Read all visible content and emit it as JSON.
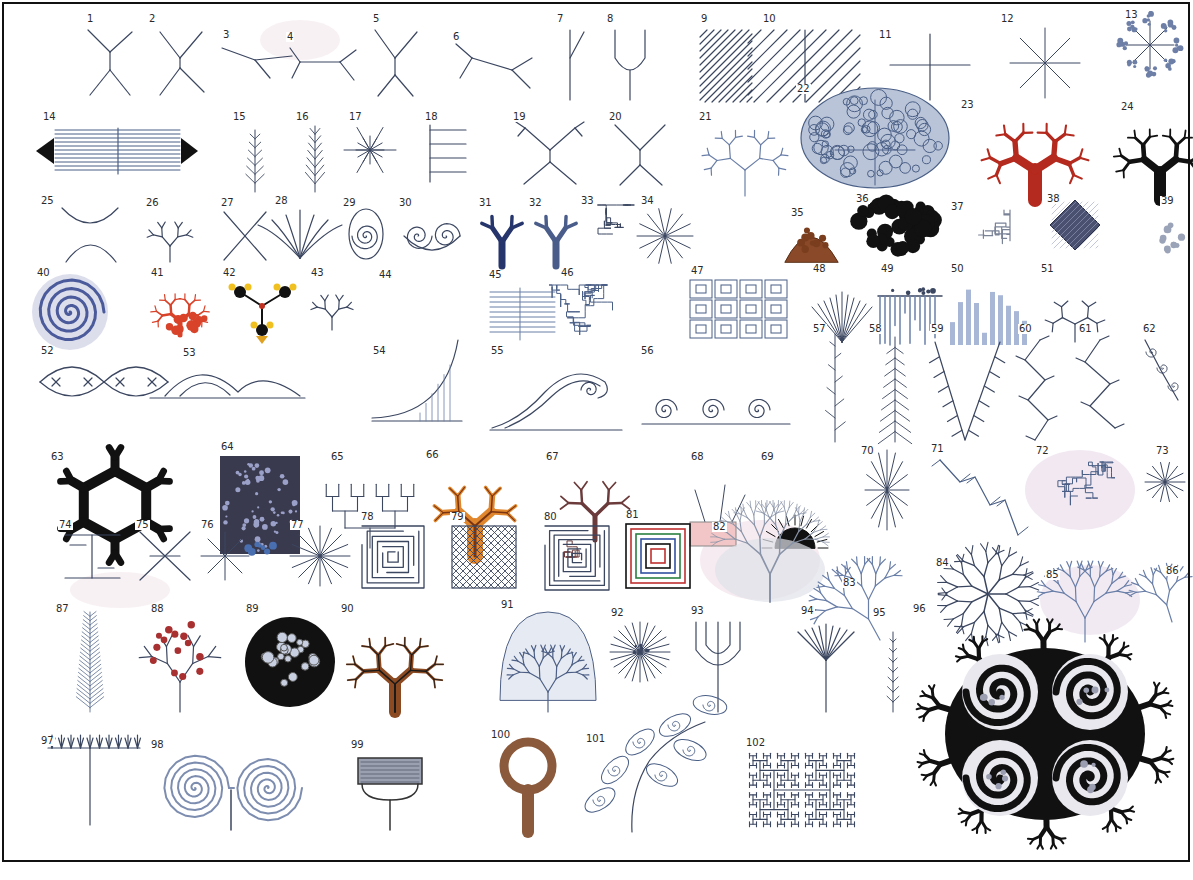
{
  "diagram": {
    "labels": [
      "1",
      "2",
      "3",
      "4",
      "5",
      "6",
      "7",
      "8",
      "9",
      "10",
      "11",
      "12",
      "13",
      "14",
      "15",
      "16",
      "17",
      "18",
      "19",
      "20",
      "21",
      "22",
      "23",
      "24",
      "25",
      "26",
      "27",
      "28",
      "29",
      "30",
      "31",
      "32",
      "33",
      "34",
      "35",
      "36",
      "37",
      "38",
      "39",
      "40",
      "41",
      "42",
      "43",
      "44",
      "45",
      "46",
      "47",
      "48",
      "49",
      "50",
      "51",
      "52",
      "53",
      "54",
      "55",
      "56",
      "57",
      "58",
      "59",
      "60",
      "61",
      "62",
      "63",
      "64",
      "65",
      "66",
      "67",
      "68",
      "69",
      "70",
      "71",
      "72",
      "73",
      "74",
      "75",
      "76",
      "77",
      "78",
      "79",
      "80",
      "81",
      "82",
      "83",
      "84",
      "85",
      "86",
      "87",
      "88",
      "89",
      "90",
      "91",
      "92",
      "93",
      "94",
      "95",
      "96",
      "97",
      "98",
      "99",
      "100",
      "101",
      "102"
    ]
  }
}
